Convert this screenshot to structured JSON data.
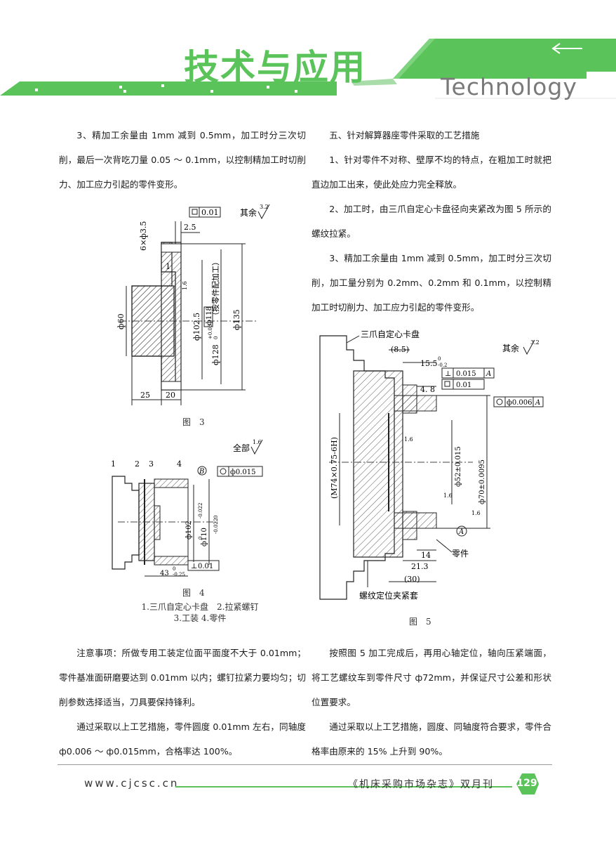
{
  "header": {
    "title_cn": "技术与应用",
    "title_en": "Technology",
    "colors": {
      "accent": "#5ac35a",
      "gray": "#7a7a7a"
    }
  },
  "left_column": {
    "intro": "3、精加工余量由 1mm 减到 0.5mm，加工时分三次切削，最后一次背吃刀量 0.05 ～ 0.1mm，以控制精加工时切削力、加工应力引起的零件变形。",
    "note": "注意事项：所做专用工装定位面平面度不大于 0.01mm；零件基准面研磨要达到 0.01mm 以内；螺钉拉紧力要均匀；切削参数选择适当，刀具要保持锋利。",
    "result": "通过采取以上工艺措施，零件圆度 0.01mm 左右，同轴度 ф0.006 ～ ф0.015mm，合格率达 100%。"
  },
  "right_column": {
    "heading": "五、针对解算器座零件采取的工艺措施",
    "p1": "1、针对零件不对称、壁厚不均的特点，在粗加工时就把直边加工出来，使此处应力完全释放。",
    "p2": "2、加工时，由三爪自定心卡盘径向夹紧改为图 5 所示的螺纹拉紧。",
    "p3": "3、精加工余量由 1mm 减到 0.5mm，加工时分三次切削，加工量分别为 0.2mm、0.2mm 和 0.1mm，以控制精加工时切削力、加工应力引起的零件变形。",
    "p4": "按照图 5 加工完成后，再用心轴定位，轴向压紧端面，将工艺螺纹车到零件尺寸 ф72mm，并保证尺寸公差和形状位置要求。",
    "p5": "通过采取以上工艺措施，圆度、同轴度符合要求，零件合格率由原来的 15% 上升到 90%。"
  },
  "figures": {
    "fig3": {
      "caption": "图　3",
      "labels": {
        "flatness": "0.01",
        "rest": "其余",
        "ra": "3.2",
        "holes": "6×ф3.5",
        "d25": "2.5",
        "one": "1",
        "r16": "1.6",
        "d60": "ф60",
        "d1025": "ф102.5",
        "d118": "ф118",
        "d128": "ф128",
        "tol_up": "+0.03",
        "tol_lo": "0",
        "note": "（按零件配加工）",
        "d135": "ф135",
        "w25": "25",
        "w20": "20"
      }
    },
    "fig4": {
      "caption": "图　4",
      "legend_line1": "1.三爪自定心卡盘　2.拉紧螺钉",
      "legend_line2": "3.工装 4.零件",
      "labels": {
        "all": "全部",
        "ra": "1.6",
        "n1": "1",
        "n2": "2",
        "n3": "3",
        "n4": "4",
        "datum": "B",
        "runout": "ф0.015",
        "perp": "0.01",
        "d102": "ф102",
        "d102_up": "-0.022",
        "d102_lo": "0",
        "d110": "ф110",
        "d110_up": "0",
        "d110_lo": "-0.022",
        "len": "43",
        "len_up": "0",
        "len_lo": "-0.25"
      }
    },
    "fig5": {
      "caption": "图　5",
      "labels": {
        "chuck": "三爪自定心卡盘",
        "rest": "其余",
        "ra": "3.2",
        "d85": "(8.5)",
        "d155": "15.5",
        "d155_up": "0",
        "d155_lo": "-0.2",
        "perp": "0.015",
        "datumA": "A",
        "flat": "0.01",
        "d48": "4. 8",
        "circ": "ф0.006",
        "m74": "(M74×0.75-6H)",
        "r16": "1.6",
        "d52": "ф52±0.015",
        "d70": "ф70±0.0095",
        "part": "零件",
        "d14": "14",
        "d213": "21.3",
        "d30": "(30)",
        "sleeve": "螺纹定位夹紧套"
      }
    }
  },
  "footer": {
    "website": "www.cjcsc.cn",
    "magazine": "《机床采购市场杂志》双月刊",
    "page": "129"
  }
}
